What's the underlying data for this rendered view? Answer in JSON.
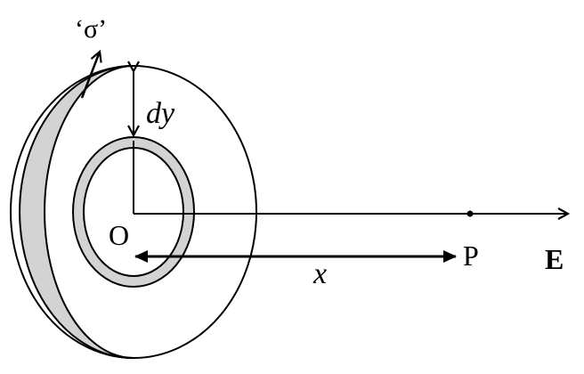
{
  "labels": {
    "sigma": "‘σ’",
    "dy": "dy",
    "origin": "O",
    "point": "P",
    "distance": "x",
    "field": "E"
  },
  "colors": {
    "ink": "#000000",
    "shade": "#d3d3d3",
    "background": "#ffffff"
  }
}
